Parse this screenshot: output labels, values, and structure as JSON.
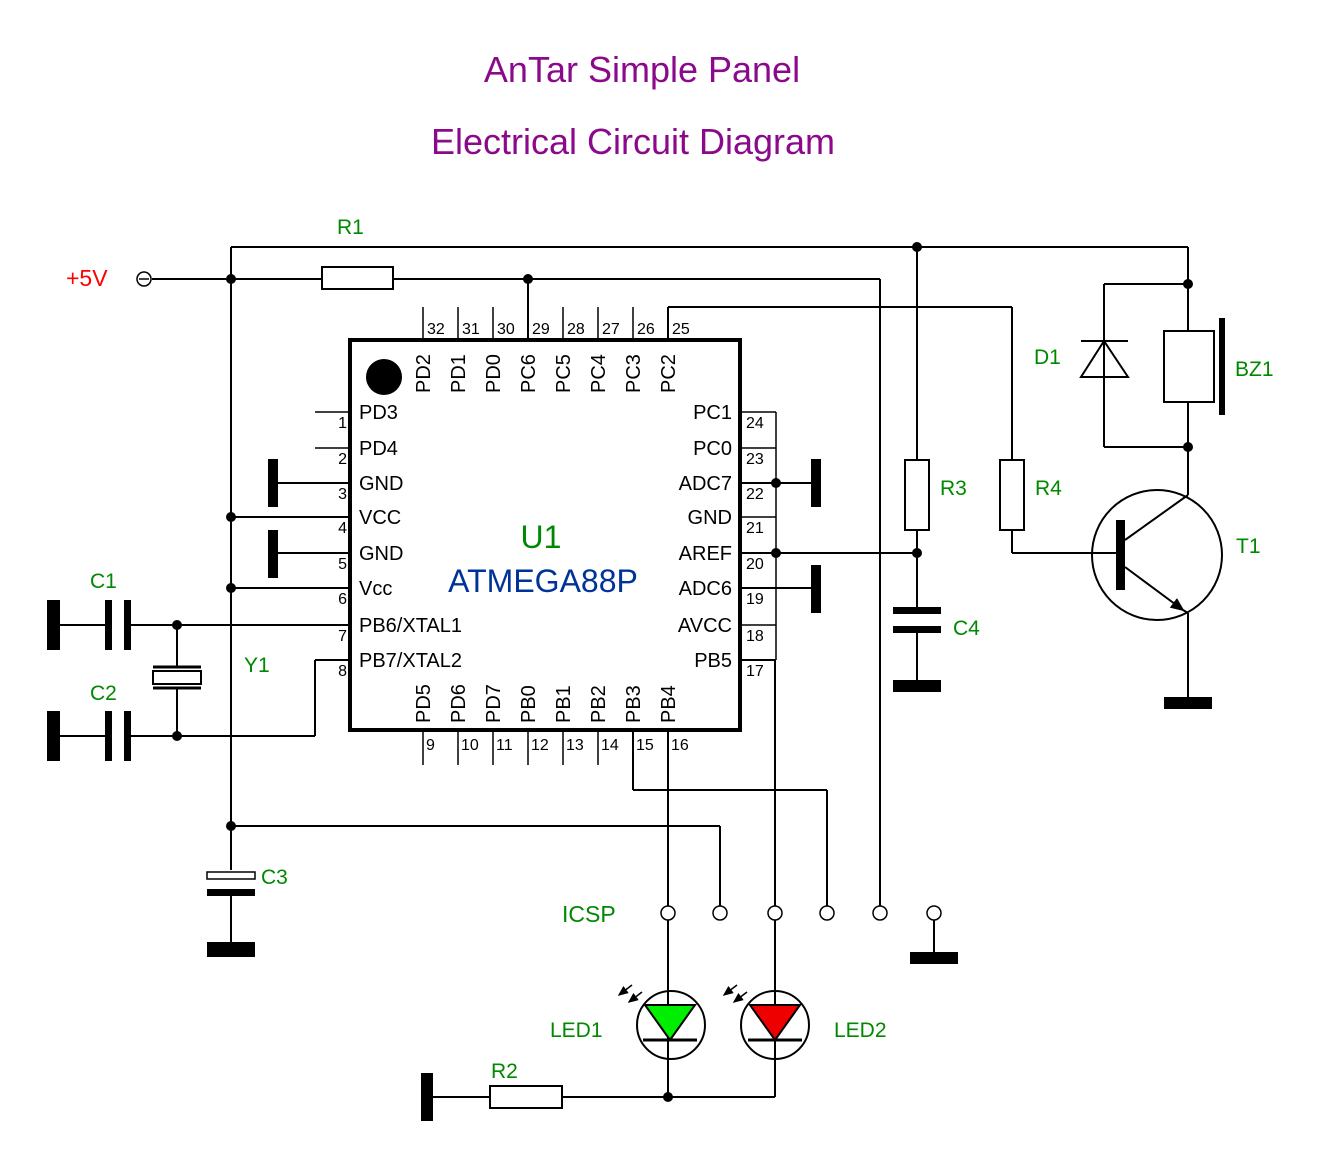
{
  "title": {
    "line1": "AnTar Simple Panel",
    "line2": "Electrical Circuit Diagram"
  },
  "colors": {
    "title": "#8b0a8b",
    "component_label": "#008800",
    "supply_label": "#ff0000",
    "chip_label": "#003399",
    "led1_fill": "#00ee00",
    "led2_fill": "#ee0000"
  },
  "supply": {
    "label": "+5V"
  },
  "chip": {
    "ref": "U1",
    "part": "ATMEGA88P",
    "top_pins": [
      {
        "num": "32",
        "name": "PD2"
      },
      {
        "num": "31",
        "name": "PD1"
      },
      {
        "num": "30",
        "name": "PD0"
      },
      {
        "num": "29",
        "name": "PC6"
      },
      {
        "num": "28",
        "name": "PC5"
      },
      {
        "num": "27",
        "name": "PC4"
      },
      {
        "num": "26",
        "name": "PC3"
      },
      {
        "num": "25",
        "name": "PC2"
      }
    ],
    "left_pins": [
      {
        "num": "1",
        "name": "PD3"
      },
      {
        "num": "2",
        "name": "PD4"
      },
      {
        "num": "3",
        "name": "GND"
      },
      {
        "num": "4",
        "name": "VCC"
      },
      {
        "num": "5",
        "name": "GND"
      },
      {
        "num": "6",
        "name": "Vcc"
      },
      {
        "num": "7",
        "name": "PB6/XTAL1"
      },
      {
        "num": "8",
        "name": "PB7/XTAL2"
      }
    ],
    "right_pins": [
      {
        "num": "24",
        "name": "PC1"
      },
      {
        "num": "23",
        "name": "PC0"
      },
      {
        "num": "22",
        "name": "ADC7"
      },
      {
        "num": "21",
        "name": "GND"
      },
      {
        "num": "20",
        "name": "AREF"
      },
      {
        "num": "19",
        "name": "ADC6"
      },
      {
        "num": "18",
        "name": "AVCC"
      },
      {
        "num": "17",
        "name": "PB5"
      }
    ],
    "bottom_pins": [
      {
        "num": "9",
        "name": "PD5"
      },
      {
        "num": "10",
        "name": "PD6"
      },
      {
        "num": "11",
        "name": "PD7"
      },
      {
        "num": "12",
        "name": "PB0"
      },
      {
        "num": "13",
        "name": "PB1"
      },
      {
        "num": "14",
        "name": "PB2"
      },
      {
        "num": "15",
        "name": "PB3"
      },
      {
        "num": "16",
        "name": "PB4"
      }
    ]
  },
  "components": {
    "r1": "R1",
    "r2": "R2",
    "r3": "R3",
    "r4": "R4",
    "c1": "C1",
    "c2": "C2",
    "c3": "C3",
    "c4": "C4",
    "y1": "Y1",
    "d1": "D1",
    "bz1": "BZ1",
    "t1": "T1",
    "led1": "LED1",
    "led2": "LED2",
    "icsp": "ICSP"
  }
}
